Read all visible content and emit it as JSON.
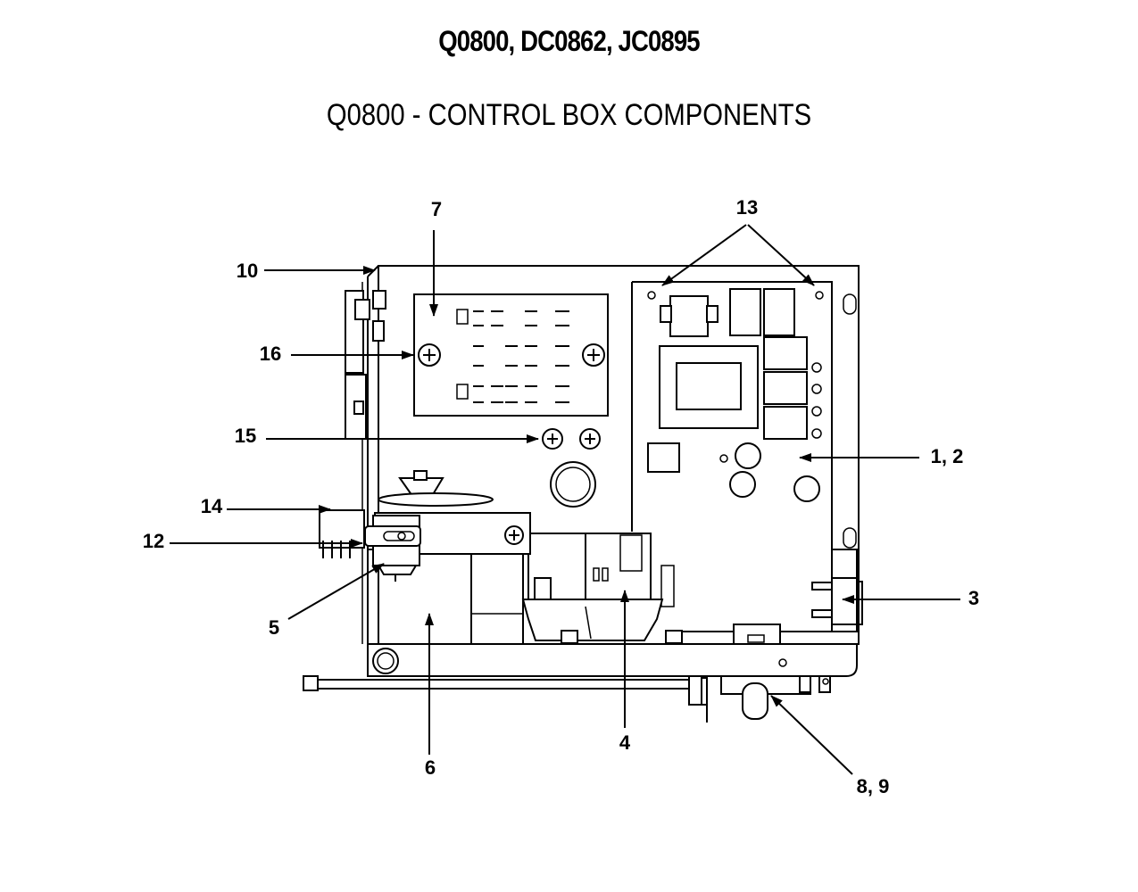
{
  "header": {
    "model_title": "Q0800, DC0862, JC0895",
    "section_title": "Q0800 - CONTROL BOX COMPONENTS"
  },
  "callouts": {
    "c1_2": "1, 2",
    "c3": "3",
    "c4": "4",
    "c5": "5",
    "c6": "6",
    "c7": "7",
    "c8_9": "8, 9",
    "c10": "10",
    "c12": "12",
    "c13": "13",
    "c14": "14",
    "c15": "15",
    "c16": "16"
  }
}
